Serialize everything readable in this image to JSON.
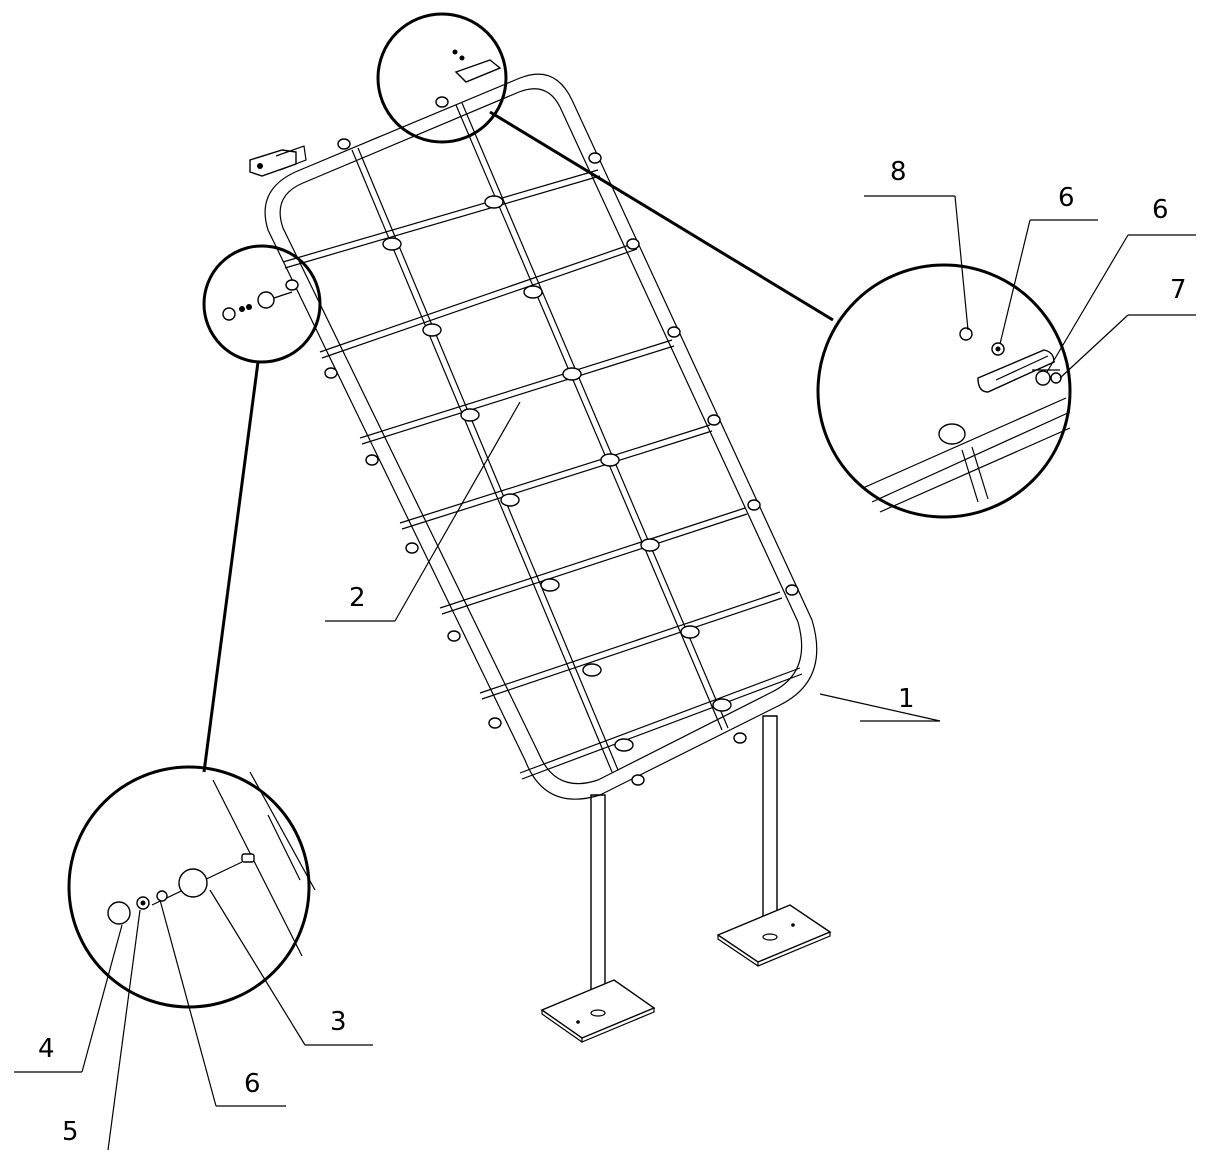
{
  "labels": {
    "frame": "1",
    "net": "2",
    "ball": "3",
    "cap": "4",
    "lock_washer": "5",
    "washer_bottom": "6",
    "washer_top_left": "6",
    "washer_top_right": "6",
    "bolt": "7",
    "nut": "8"
  }
}
